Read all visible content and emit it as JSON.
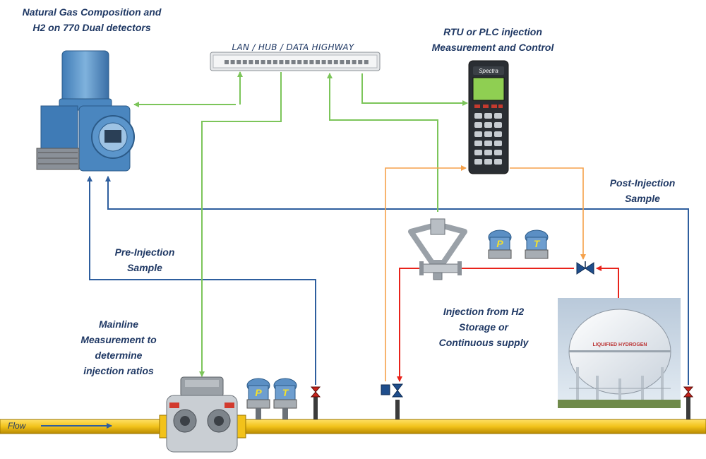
{
  "labels": {
    "analyzer_title": [
      "Natural Gas Composition and",
      "H2 on 770 Dual detectors"
    ],
    "hub": "LAN / HUB / DATA HIGHWAY",
    "rtu_title": [
      "RTU or PLC injection",
      "Measurement and Control"
    ],
    "post_injection": [
      "Post-Injection",
      "Sample"
    ],
    "pre_injection": [
      "Pre-Injection",
      "Sample"
    ],
    "mainline": [
      "Mainline",
      "Measurement to",
      "determine",
      "injection ratios"
    ],
    "injection": [
      "Injection from H2",
      "Storage or",
      "Continuous supply"
    ],
    "flow": "Flow"
  },
  "instruments": {
    "pressure_letter": "P",
    "temperature_letter": "T",
    "rtu_brand": "Spectra",
    "tank_text": "LIQUIFIED HYDROGEN"
  },
  "colors": {
    "network_line": "#7cc55a",
    "sample_line": "#2e5e9e",
    "signal_line": "#f5a14a",
    "hydrogen_line": "#e8231b",
    "pipeline": "#f2c21a",
    "label_text": "#1f3864"
  }
}
